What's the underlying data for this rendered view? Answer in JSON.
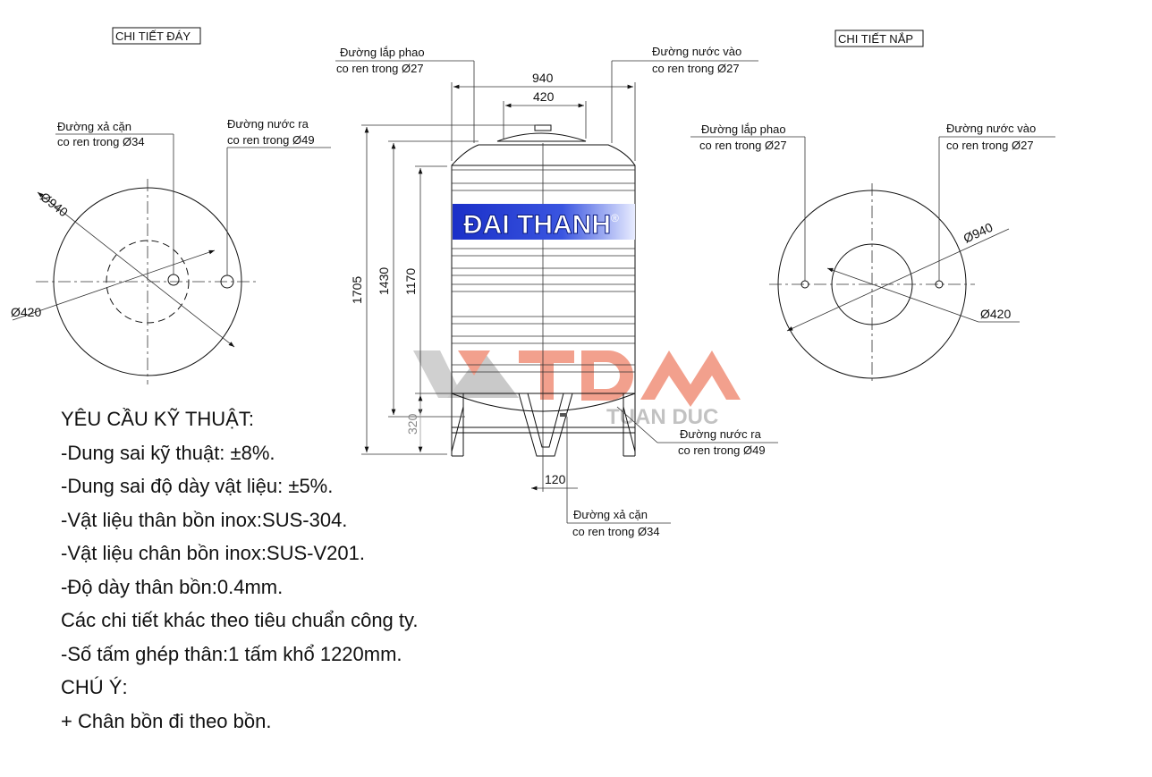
{
  "bottom_view": {
    "title": "CHI TIẾT ĐÁY",
    "drain": [
      "Đường xả cặn",
      "co ren trong Ø34"
    ],
    "outlet": [
      "Đường nước ra",
      "co ren trong Ø49"
    ],
    "outer_dia": "Ø940",
    "inner_dia": "Ø420"
  },
  "lid_view": {
    "title": "CHI TIẾT NẮP",
    "float": [
      "Đường lắp phao",
      "co ren trong Ø27"
    ],
    "inlet": [
      "Đường nước vào",
      "co ren trong Ø27"
    ],
    "outer_dia": "Ø940",
    "inner_dia": "Ø420"
  },
  "front_view": {
    "float": [
      "Đường lắp phao",
      "co ren trong Ø27"
    ],
    "inlet": [
      "Đường nước vào",
      "co ren trong Ø27"
    ],
    "outlet": [
      "Đường nước ra",
      "co ren trong Ø49"
    ],
    "drain": [
      "Đường xả cặn",
      "co ren trong Ø34"
    ],
    "dims": {
      "width": "940",
      "lid": "420",
      "total_height": "1705",
      "h1430": "1430",
      "h1170": "1170",
      "leg": "320",
      "drain_offset": "120"
    },
    "brand": "ĐAI THANH",
    "brand_mark": "®",
    "watermark": [
      "TDM",
      "TUAN DUC"
    ],
    "colors": {
      "brand_blue": "#1a2fc8",
      "watermark_red": "#f0907a",
      "watermark_gray": "#b8b8b8"
    }
  },
  "requirements": [
    "YÊU CẦU KỸ THUẬT:",
    "-Dung sai kỹ thuật: ±8%.",
    "-Dung sai độ dày vật liệu: ±5%.",
    "-Vật liệu thân bồn inox:SUS-304.",
    "-Vật liệu chân bồn inox:SUS-V201.",
    "-Độ dày thân bồn:0.4mm.",
    "Các chi tiết khác theo tiêu chuẩn công ty.",
    "-Số tấm ghép thân:1 tấm khổ 1220mm.",
    "CHÚ Ý:",
    "+ Chân bồn đi theo bồn."
  ]
}
